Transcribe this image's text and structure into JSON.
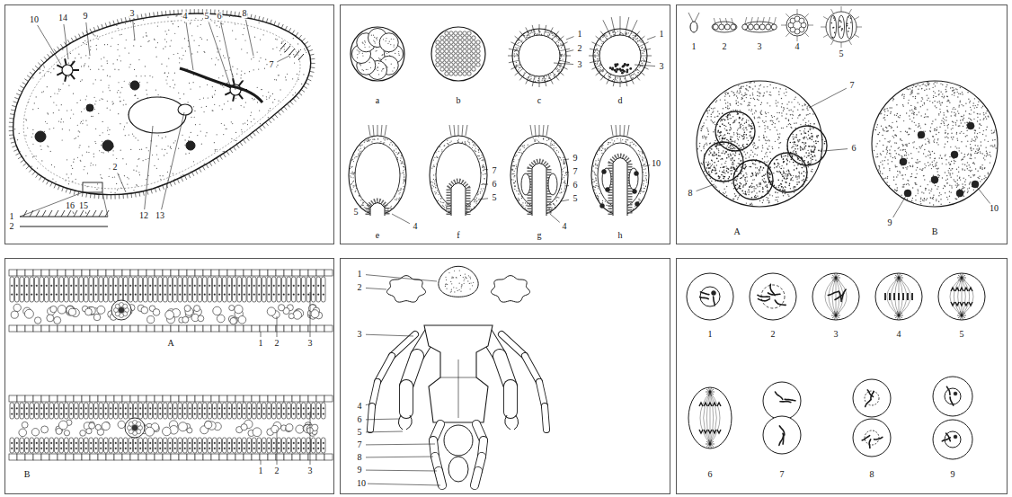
{
  "diagram": {
    "labels": [
      "10",
      "14",
      "9",
      "3",
      "4",
      "5",
      "6",
      "8",
      "7",
      "2",
      "12",
      "13",
      "1",
      "2",
      "16",
      "15",
      "a",
      "b",
      "c",
      "d",
      "1",
      "2",
      "3",
      "1",
      "3",
      "e",
      "f",
      "g",
      "h",
      "5",
      "4",
      "7",
      "6",
      "5",
      "9",
      "7",
      "6",
      "5",
      "4",
      "10",
      "1",
      "2",
      "3",
      "4",
      "5",
      "7",
      "6",
      "8",
      "9",
      "10",
      "A",
      "B",
      "A",
      "1",
      "2",
      "3",
      "B",
      "1",
      "2",
      "3",
      "1",
      "2",
      "3",
      "4",
      "6",
      "5",
      "7",
      "8",
      "9",
      "10",
      "1",
      "2",
      "3",
      "4",
      "5",
      "6",
      "7",
      "8",
      "9"
    ]
  }
}
